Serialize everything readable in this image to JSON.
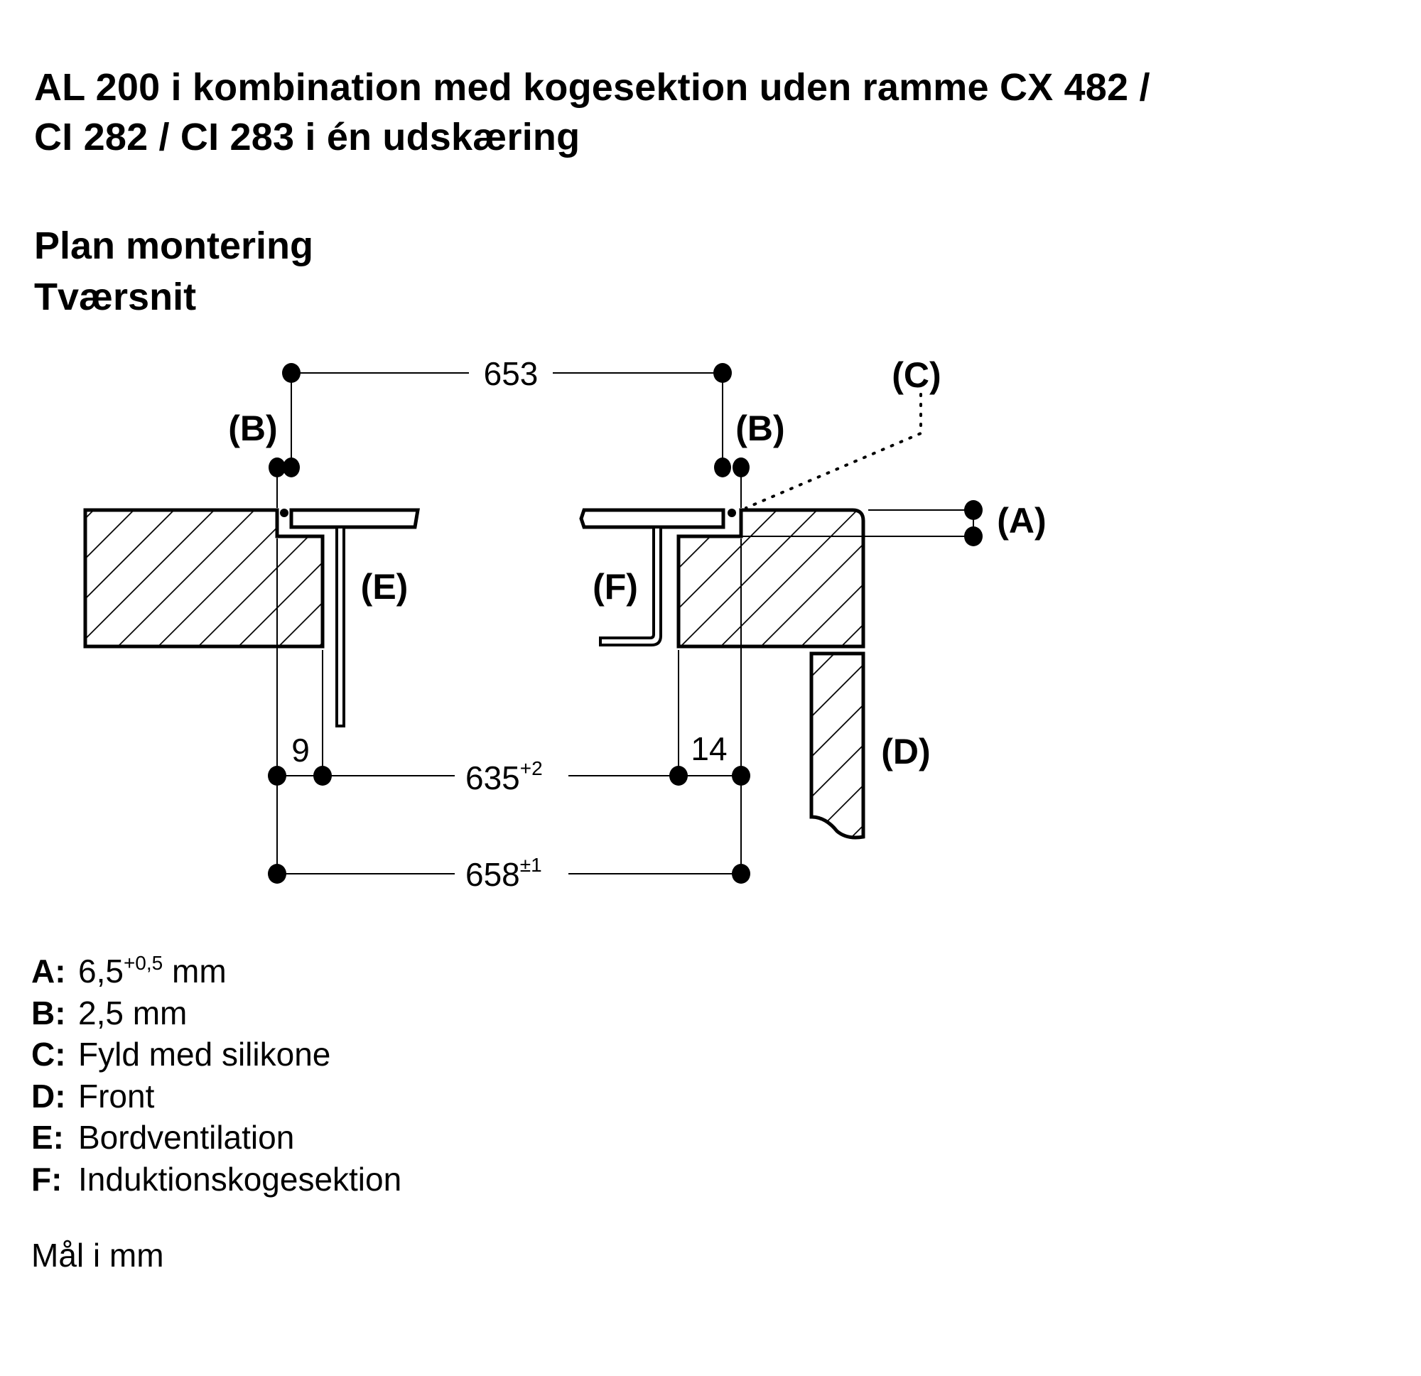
{
  "title": {
    "line1": "AL 200 i kombination med kogesektion uden ramme CX 482 /",
    "line2": "CI 282 / CI 283 i én udskæring"
  },
  "subtitle": {
    "line1": "Plan montering",
    "line2": "Tværsnit"
  },
  "diagram": {
    "labels": {
      "A": "(A)",
      "B_left": "(B)",
      "B_right": "(B)",
      "C": "(C)",
      "D": "(D)",
      "E": "(E)",
      "F": "(F)"
    },
    "dimensions": {
      "top_width": "653",
      "left_gap": "9",
      "right_gap": "14",
      "cutout": "635",
      "cutout_tol": "+2",
      "overall": "658",
      "overall_tol": "±1"
    }
  },
  "legend": [
    {
      "key": "A:",
      "value": "6,5",
      "sup": "+0,5",
      "suffix": " mm"
    },
    {
      "key": "B:",
      "value": "2,5 mm",
      "sup": "",
      "suffix": ""
    },
    {
      "key": "C:",
      "value": "Fyld med silikone",
      "sup": "",
      "suffix": ""
    },
    {
      "key": "D:",
      "value": "Front",
      "sup": "",
      "suffix": ""
    },
    {
      "key": "E:",
      "value": "Bordventilation",
      "sup": "",
      "suffix": ""
    },
    {
      "key": "F:",
      "value": "Induktionskogesektion",
      "sup": "",
      "suffix": ""
    }
  ],
  "units_note": "Mål i mm"
}
